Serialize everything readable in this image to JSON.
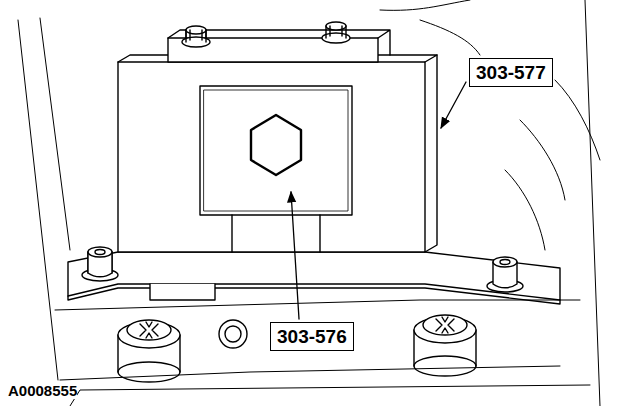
{
  "diagram": {
    "labels": [
      "303-577",
      "303-576",
      "A0008555"
    ]
  }
}
